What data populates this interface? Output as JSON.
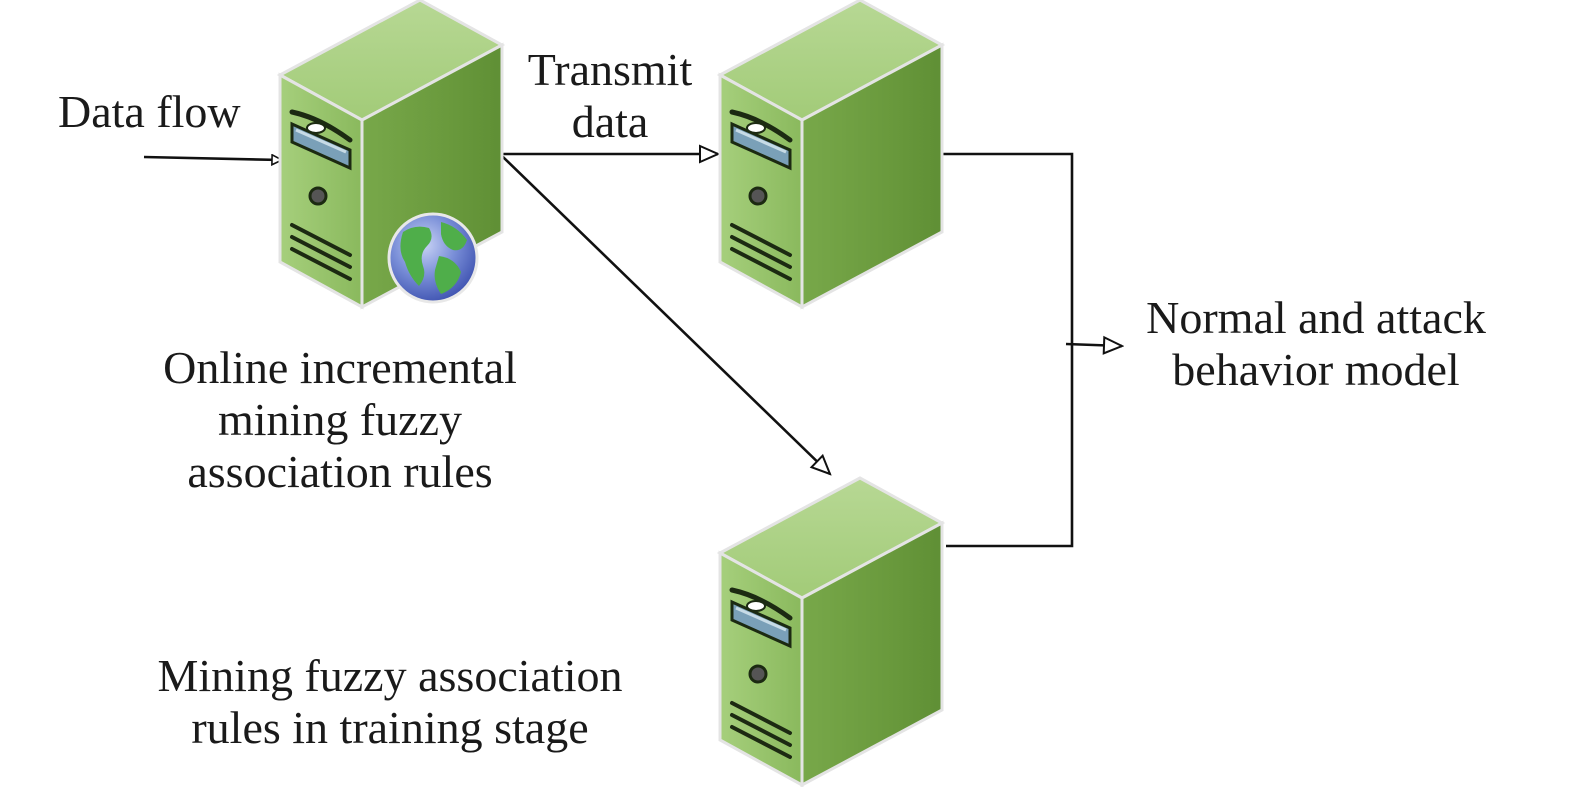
{
  "labels": {
    "data_flow": "Data flow",
    "transmit": [
      "Transmit",
      "data"
    ],
    "online": [
      "Online incremental",
      "mining fuzzy",
      "association rules"
    ],
    "training": [
      "Mining fuzzy association",
      "rules in training stage"
    ],
    "model": [
      "Normal and attack",
      "behavior model"
    ]
  },
  "colors": {
    "server_front": "#8fbf63",
    "server_side": "#6e9e40",
    "server_top": "#a9cf82",
    "server_outline": "#d8d8d8",
    "arrow": "#111111",
    "text": "#1a1a1a"
  },
  "icons": [
    "server-icon",
    "globe-icon"
  ]
}
